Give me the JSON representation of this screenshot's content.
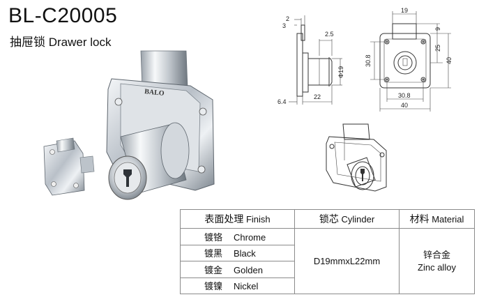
{
  "header": {
    "model": "BL-C20005",
    "subtitle": "抽屉锁 Drawer lock"
  },
  "photo": {
    "brand": "BALO"
  },
  "drawing_side": {
    "dims": [
      "2",
      "3",
      "2.5",
      "Φ19",
      "6.4",
      "22"
    ]
  },
  "drawing_front": {
    "dims": [
      "19",
      "9",
      "25",
      "40",
      "30.8",
      "30.8",
      "40"
    ]
  },
  "table": {
    "headers": [
      {
        "cn": "表面处理",
        "en": "Finish"
      },
      {
        "cn": "锁芯",
        "en": "Cylinder"
      },
      {
        "cn": "材料",
        "en": "Material"
      }
    ],
    "finishes": [
      {
        "cn": "镀铬",
        "en": "Chrome"
      },
      {
        "cn": "镀黑",
        "en": "Black"
      },
      {
        "cn": "镀金",
        "en": "Golden"
      },
      {
        "cn": "镀镍",
        "en": "Nickel"
      }
    ],
    "cylinder": "D19mmxL22mm",
    "material_cn": "锌合金",
    "material_en": "Zinc alloy"
  }
}
